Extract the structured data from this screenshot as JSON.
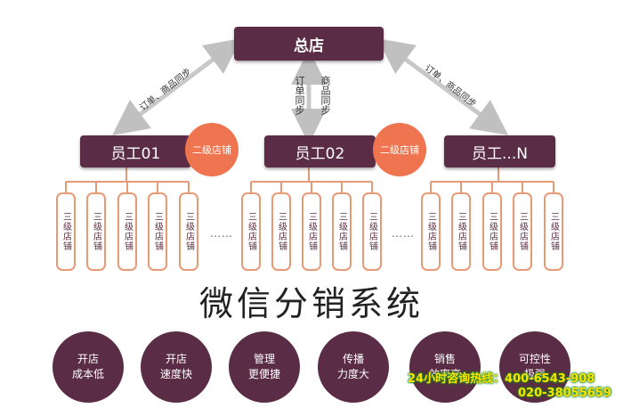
{
  "headquarters": "总店",
  "staff": [
    "员工01",
    "员工02",
    "员工...N"
  ],
  "secondary_store": "二级店铺",
  "tertiary_store": "三级店铺",
  "ellipsis": "……",
  "sync_left": "订单、商品同步",
  "sync_right": "订单、商品同步",
  "sync_center_order": "订单同步",
  "sync_center_product": "商品同步",
  "title": "微信分销系统",
  "features": [
    {
      "line1": "开店",
      "line2": "成本低"
    },
    {
      "line1": "开店",
      "line2": "速度快"
    },
    {
      "line1": "管理",
      "line2": "更便捷"
    },
    {
      "line1": "传播",
      "line2": "力度大"
    },
    {
      "line1": "销售",
      "line2": "效率高"
    },
    {
      "line1": "可控性",
      "line2": "极强"
    }
  ],
  "hotline": {
    "label": "24小时咨询热线：",
    "phone1": "400-6543-908",
    "phone2": "020-38055659"
  },
  "colors": {
    "primary": "#5b2c45",
    "accent": "#ee7550",
    "connector": "#e79a76",
    "arrow": "#c8c8c8"
  }
}
